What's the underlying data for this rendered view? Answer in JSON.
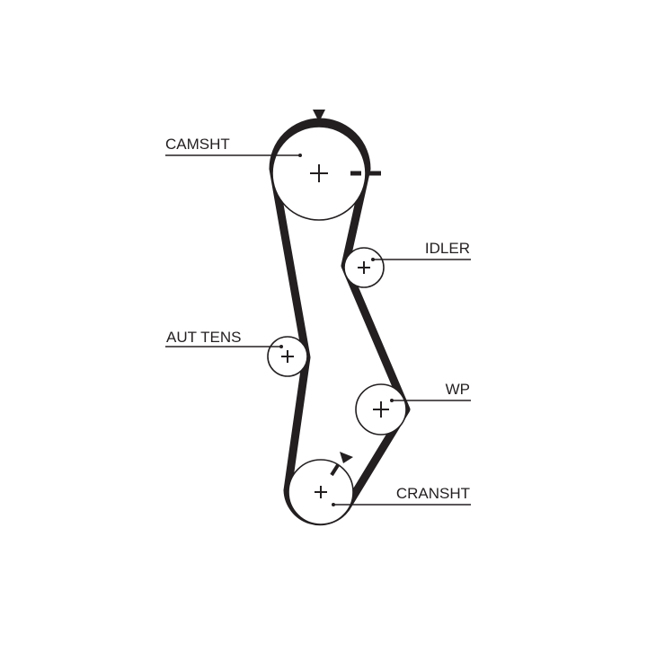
{
  "diagram": {
    "colors": {
      "belt": "#231f20",
      "pulley_stroke": "#231f20",
      "leader": "#231f20",
      "background": "#ffffff"
    },
    "labels": {
      "camshaft": "CAMSHT",
      "idler": "IDLER",
      "tensioner": "AUT TENS",
      "water_pump": "WP",
      "crankshaft": "CRANSHT"
    },
    "markers": {
      "camshaft_timing": "triangle-down-marker",
      "crankshaft_timing": "triangle-marker"
    }
  }
}
